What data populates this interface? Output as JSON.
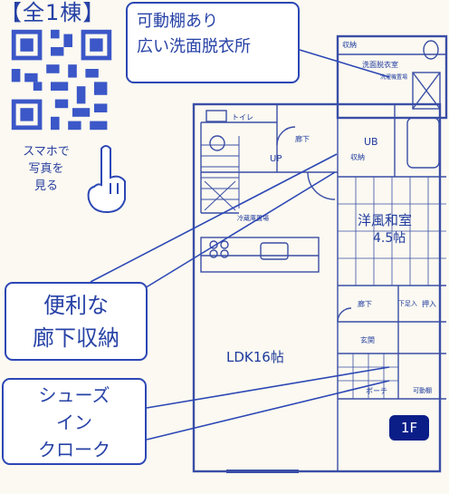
{
  "title": "【全1棟】",
  "phone_caption": [
    "スマホで",
    "写真を",
    "見る"
  ],
  "callout_shelf": [
    "可動棚あり",
    "広い洗面脱衣所"
  ],
  "callout_storage": [
    "便利な",
    "廊下収納"
  ],
  "callout_shoes": [
    "シューズ",
    "イン",
    "クローク"
  ],
  "rooms": {
    "storage_top": "収納",
    "washroom": "洗面脱衣室",
    "washer": "洗濯機置場",
    "toilet": "トイレ",
    "hallway": "廊下",
    "up": "UP",
    "ub": "UB",
    "storage_mid": "収納",
    "japanese_room": "洋風和室",
    "japanese_size": "4.5帖",
    "fridge": "冷蔵庫置場",
    "ldk": "LDK16帖",
    "hallway_low": "廊下",
    "under_floor": "下足入",
    "push_in": "押入",
    "entrance": "玄関",
    "porch": "ポーチ",
    "movable_shelf": "可動棚"
  },
  "floor_badge": "1F",
  "colors": {
    "ink": "#2742a6",
    "line": "#3548b3",
    "paper": "#fbf9f1",
    "badge": "#0b1e88"
  }
}
